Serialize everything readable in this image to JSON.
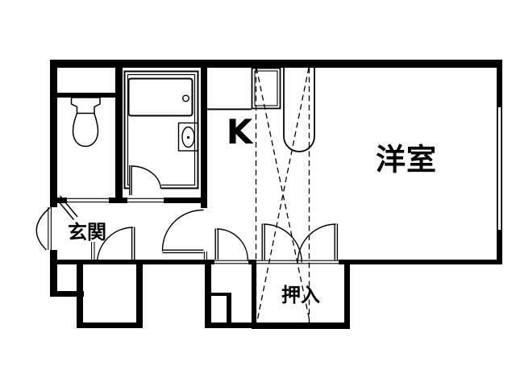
{
  "plan": {
    "type": "floorplan",
    "background_color": "#ffffff",
    "line_color": "#000000",
    "rooms": {
      "kitchen": {
        "label": "K"
      },
      "western_room": {
        "label": "洋室"
      },
      "entrance": {
        "label": "玄関"
      },
      "closet": {
        "label": "押入"
      }
    }
  }
}
